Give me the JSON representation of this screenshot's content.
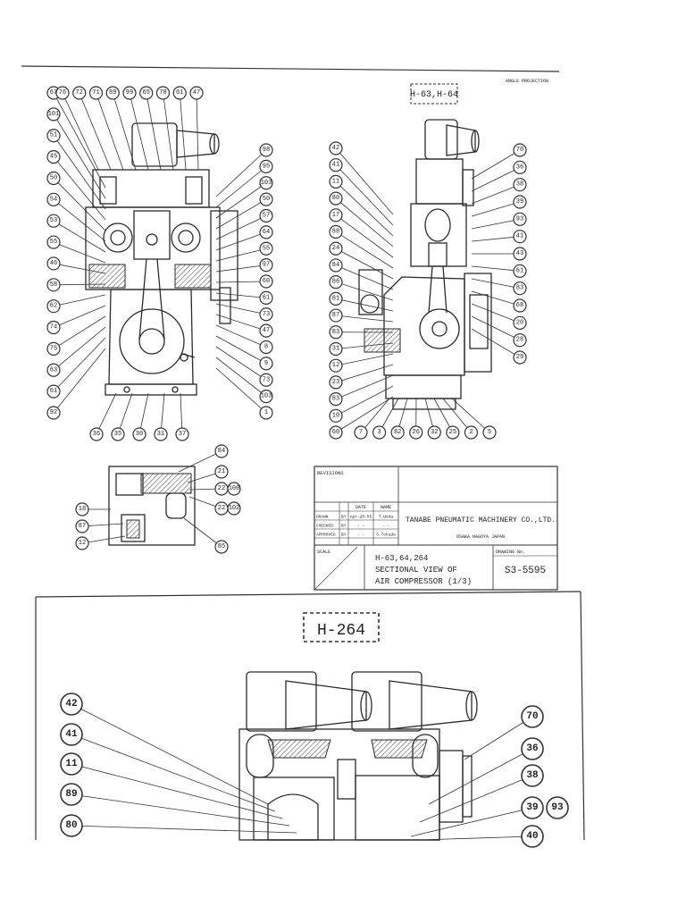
{
  "header": {
    "angle_note": "ANGLE PROJECTION",
    "model_tag": "H-63,H-64"
  },
  "view_a": {
    "callouts_left": [
      "67",
      "101",
      "51",
      "45",
      "50",
      "54",
      "53",
      "55",
      "46",
      "58",
      "62",
      "74",
      "75",
      "63",
      "61",
      "92"
    ],
    "callouts_top": [
      "76",
      "72",
      "71",
      "89",
      "99",
      "65",
      "78",
      "61",
      "47"
    ],
    "callouts_right": [
      "98",
      "95",
      "103",
      "50",
      "57",
      "64",
      "55",
      "97",
      "60",
      "61",
      "73",
      "47",
      "8",
      "9",
      "73",
      "103",
      "1"
    ],
    "callouts_bottom": [
      "36",
      "35",
      "30",
      "31",
      "37"
    ]
  },
  "view_b": {
    "callouts_left": [
      "42",
      "41",
      "11",
      "80",
      "17",
      "88",
      "24",
      "84",
      "86",
      "81",
      "87",
      "83",
      "31",
      "12",
      "23",
      "83",
      "10",
      "60"
    ],
    "callouts_right": [
      "70",
      "36",
      "38",
      "39",
      "93",
      "41",
      "43",
      "61",
      "83",
      "68",
      "20",
      "28",
      "29"
    ],
    "callouts_bottom": [
      "7",
      "3",
      "82",
      "26",
      "32",
      "25",
      "2",
      "5"
    ]
  },
  "view_c": {
    "callouts": [
      "18",
      "87",
      "12",
      "84",
      "21",
      "22",
      "100",
      "22",
      "102",
      "85"
    ]
  },
  "title_block": {
    "revisions_label": "REVISIONS",
    "col_date": "DATE",
    "col_name": "NAME",
    "rows": [
      {
        "label": "DRAWN",
        "by": "BY",
        "date": "Apr-20-95",
        "name": "T.Ueda"
      },
      {
        "label": "CHECKED",
        "by": "BY",
        "date": "- -",
        "name": "- -"
      },
      {
        "label": "APPROVED",
        "by": "BY",
        "date": "- -",
        "name": "S.Tokida"
      }
    ],
    "scale_label": "SCALE",
    "company": "TANABE PNEUMATIC MACHINERY CO.,LTD.",
    "company_sub": "OSAKA  NAGOYA  JAPAN",
    "title_lines": [
      "H-63,64,264",
      "SECTIONAL VIEW OF",
      "AIR COMPRESSOR (1/3)"
    ],
    "drawing_no_label": "DRAWING No.",
    "drawing_no": "S3-5595"
  },
  "lower_sheet": {
    "model_tag": "H-264",
    "callouts_left": [
      "42",
      "41",
      "11",
      "89",
      "80"
    ],
    "callouts_right": [
      "70",
      "36",
      "38",
      "39",
      "93",
      "40"
    ]
  }
}
